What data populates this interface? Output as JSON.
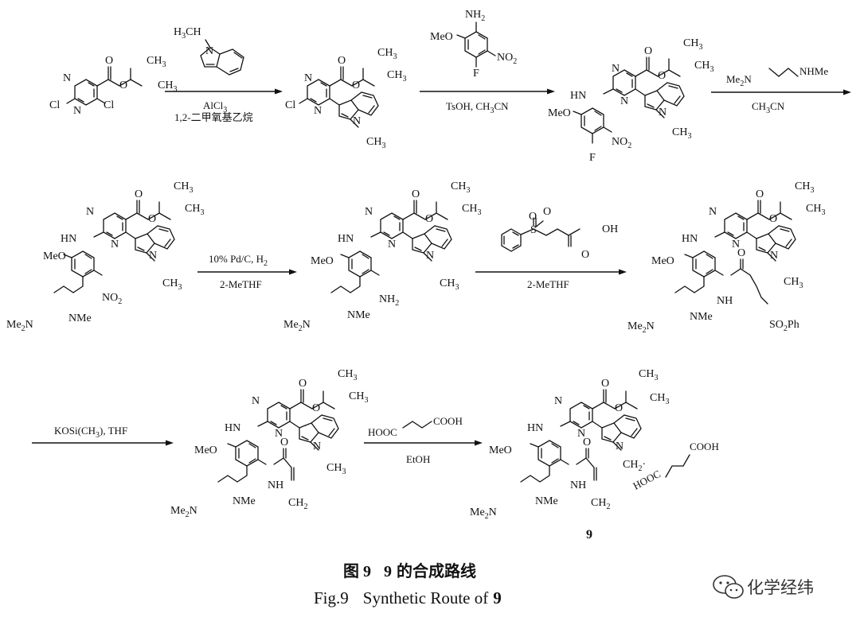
{
  "figure": {
    "caption_cn_prefix": "图 9",
    "caption_cn_num": "9",
    "caption_cn_text": "的合成路线",
    "caption_en_prefix": "Fig.9",
    "caption_en_text": "Synthetic Route of",
    "caption_en_num": "9"
  },
  "watermark": {
    "text": "化学经纬",
    "icon": "wechat-icon"
  },
  "labels": {
    "Cl": "Cl",
    "N": "N",
    "O": "O",
    "F": "F",
    "S": "S",
    "H": "H",
    "CH": "CH",
    "sub3": "3",
    "sub2": "2",
    "NH": "NH",
    "HN": "HN",
    "NH2": "NH",
    "NO2": "NO",
    "MeO": "MeO",
    "Me2N": "Me",
    "NMe": "NMe",
    "NHMe": "NHMe",
    "SO2Ph": "SO",
    "Ph": "Ph",
    "OH": "OH",
    "H3C": "H",
    "COOH": "COOH",
    "HOOC": "HOOC",
    "dot": "·",
    "compound_9": "9"
  },
  "reagents": {
    "step1_above": "H",
    "step1_lewis_acid": "AlCl",
    "step1_solvent": "1,2-二甲氧基乙烷",
    "step2_below_a": "TsOH, CH",
    "step2_below_b": "CN",
    "step3_above_a": "Me",
    "step3_above_b": "NHMe",
    "step3_below_a": "CH",
    "step3_below_b": "CN",
    "step4_above_a": "10% Pd/C, H",
    "step4_below": "2-MeTHF",
    "step5_below": "2-MeTHF",
    "step6_above_a": "KOSi(CH",
    "step6_above_b": "), THF",
    "step7_below": "EtOH"
  }
}
